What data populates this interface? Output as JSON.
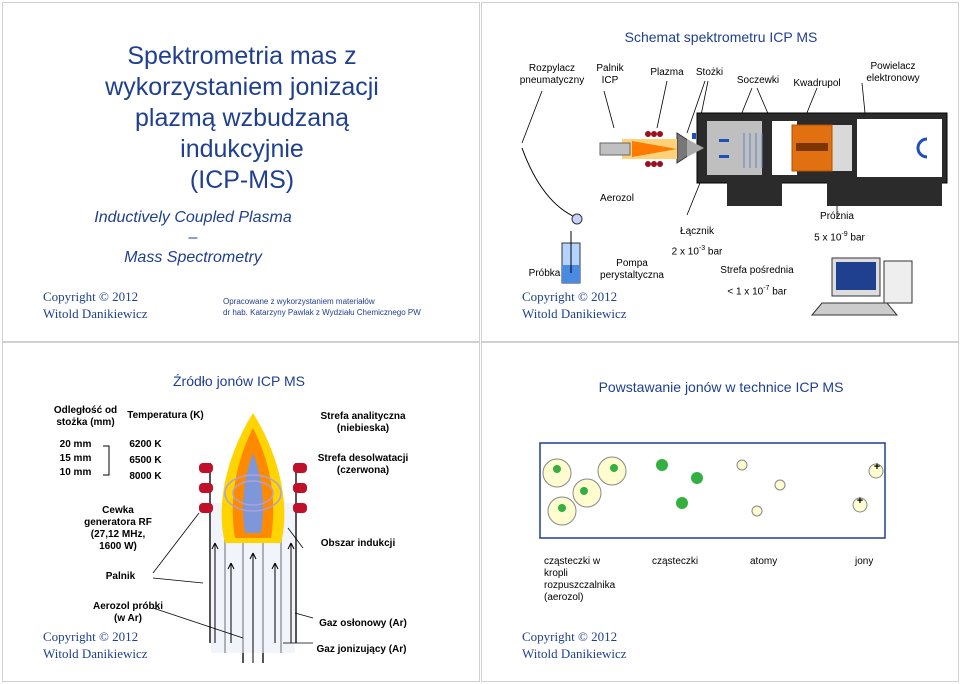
{
  "slide1": {
    "title_lines": [
      "Spektrometria mas z",
      "wykorzystaniem jonizacji",
      "plazmą wzbudzaną",
      "indukcyjnie",
      "(ICP-MS)"
    ],
    "subtitle_lines": [
      "Inductively Coupled Plasma –",
      "Mass Spectrometry"
    ],
    "copyright_line1": "Copyright © 2012",
    "copyright_line2": "Witold Danikiewicz",
    "credit_line1": "Opracowane z wykorzystaniem materiałów",
    "credit_line2": "dr hab. Katarzyny Pawlak z Wydziału Chemicznego PW"
  },
  "slide2": {
    "title": "Schemat spektrometru ICP MS",
    "labels": {
      "rozpylacz": "Rozpylacz\npneumatyczny",
      "palnik": "Palnik\nICP",
      "plazma": "Plazma",
      "stozki": "Stożki",
      "soczewki": "Soczewki",
      "kwadrupol": "Kwadrupol",
      "powielacz": "Powielacz\nelektronowy",
      "aerozol": "Aerozol",
      "lacznik": "Łącznik",
      "lacznik_p": "2 x 10",
      "lacznik_exp": "-3",
      "lacznik_unit": " bar",
      "prozni": "Próżnia",
      "prozni_p": "5 x 10",
      "prozni_exp": "-9",
      "prozni_unit": " bar",
      "probka": "Próbka",
      "pompa": "Pompa\nperystaltyczna",
      "strefa": "Strefa pośrednia",
      "strefa_p": "< 1 x 10",
      "strefa_exp": "-7",
      "strefa_unit": " bar"
    },
    "copyright_line1": "Copyright © 2012",
    "copyright_line2": "Witold Danikiewicz"
  },
  "slide3": {
    "title": "Źródło jonów ICP MS",
    "dist_header": "Odległość od\nstożka (mm)",
    "temp_header": "Temperatura (K)",
    "distances": [
      "20 mm",
      "15 mm",
      "10 mm"
    ],
    "temps": [
      "6200 K",
      "6500 K",
      "8000 K"
    ],
    "cewka": "Cewka\ngeneratora RF\n(27,12 MHz,\n1600 W)",
    "palnik": "Palnik",
    "aerozol": "Aerozol próbki\n(w Ar)",
    "strefa_anal": "Strefa analityczna\n(niebieska)",
    "strefa_desol": "Strefa desolwatacji\n(czerwona)",
    "obszar": "Obszar indukcji",
    "gaz_oslon": "Gaz osłonowy (Ar)",
    "gaz_jon": "Gaz jonizujący (Ar)",
    "copyright_line1": "Copyright © 2012",
    "copyright_line2": "Witold Danikiewicz"
  },
  "slide4": {
    "title": "Powstawanie jonów w technice ICP MS",
    "stage1": "cząsteczki w\nkropli\nrozpuszczalnika\n(aerozol)",
    "stage2": "cząsteczki",
    "stage3": "atomy",
    "stage4": "jony",
    "plus": "+",
    "copyright_line1": "Copyright © 2012",
    "copyright_line2": "Witold Danikiewicz"
  }
}
